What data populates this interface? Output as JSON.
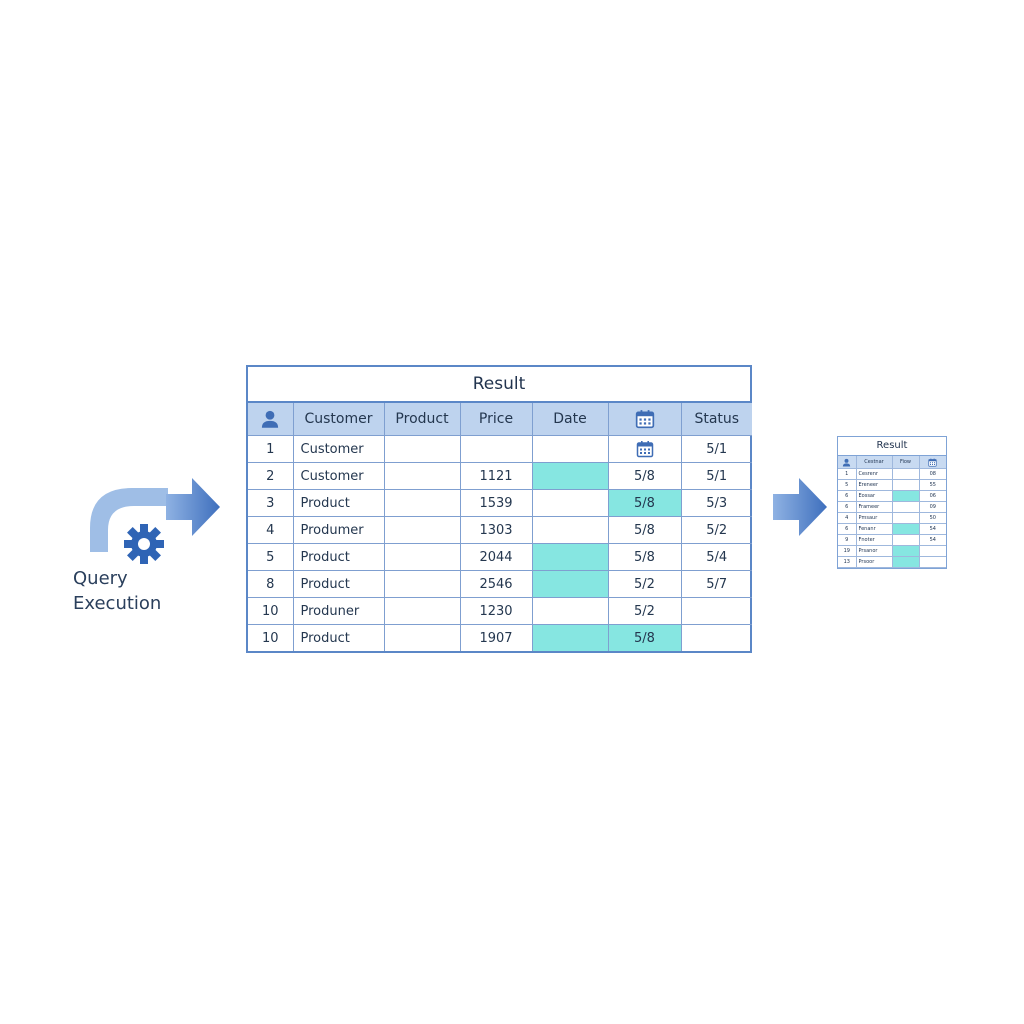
{
  "query": {
    "label_line1": "Query",
    "label_line2": "Execution",
    "icon": "gear-icon",
    "pipe_color": "#9fbee6",
    "gear_color": "#2f64b5"
  },
  "arrow_color": "#4a7ac4",
  "highlight_color": "#86e6e1",
  "main_result": {
    "title": "Result",
    "headers": [
      "",
      "Customer",
      "Product",
      "Price",
      "Date",
      "",
      "Status"
    ],
    "header_icons": [
      "user-icon",
      "",
      "",
      "",
      "",
      "calendar-icon",
      ""
    ],
    "rows": [
      {
        "cells": [
          "1",
          "Customer",
          "",
          "",
          "",
          "",
          "5/1"
        ],
        "highlight": [
          false,
          false,
          false,
          false,
          false,
          false,
          false
        ],
        "icon_cell": 5
      },
      {
        "cells": [
          "2",
          "Customer",
          "",
          "1121",
          "",
          "5/8",
          "5/1"
        ],
        "highlight": [
          false,
          false,
          false,
          false,
          true,
          false,
          false
        ]
      },
      {
        "cells": [
          "3",
          "Product",
          "",
          "1539",
          "",
          "5/8",
          "5/3"
        ],
        "highlight": [
          false,
          false,
          false,
          false,
          false,
          true,
          false
        ]
      },
      {
        "cells": [
          "4",
          "Produmer",
          "",
          "1303",
          "",
          "5/8",
          "5/2"
        ],
        "highlight": [
          false,
          false,
          false,
          false,
          false,
          false,
          false
        ]
      },
      {
        "cells": [
          "5",
          "Product",
          "",
          "2044",
          "",
          "5/8",
          "5/4"
        ],
        "highlight": [
          false,
          false,
          false,
          false,
          true,
          false,
          false
        ]
      },
      {
        "cells": [
          "8",
          "Product",
          "",
          "2546",
          "",
          "5/2",
          "5/7"
        ],
        "highlight": [
          false,
          false,
          false,
          false,
          true,
          false,
          false
        ]
      },
      {
        "cells": [
          "10",
          "Produner",
          "",
          "1230",
          "",
          "5/2",
          ""
        ],
        "highlight": [
          false,
          false,
          false,
          false,
          false,
          false,
          false
        ]
      },
      {
        "cells": [
          "10",
          "Product",
          "",
          "1907",
          "",
          "5/8",
          ""
        ],
        "highlight": [
          false,
          false,
          false,
          false,
          true,
          true,
          false
        ]
      }
    ]
  },
  "mini_result": {
    "title": "Result",
    "headers": [
      "",
      "Cestnar",
      "Fiow",
      ""
    ],
    "header_icons": [
      "user-icon",
      "",
      "",
      "calendar-icon"
    ],
    "rows": [
      {
        "cells": [
          "1",
          "Cesrenr",
          "",
          "08"
        ],
        "highlight": [
          false,
          false,
          false,
          false
        ]
      },
      {
        "cells": [
          "5",
          "Ereneer",
          "",
          "55"
        ],
        "highlight": [
          false,
          false,
          false,
          false
        ]
      },
      {
        "cells": [
          "6",
          "Eossar",
          "",
          "06"
        ],
        "highlight": [
          false,
          false,
          true,
          false
        ]
      },
      {
        "cells": [
          "6",
          "Frameer",
          "",
          "09"
        ],
        "highlight": [
          false,
          false,
          false,
          false
        ]
      },
      {
        "cells": [
          "4",
          "Pmsaur",
          "",
          "50"
        ],
        "highlight": [
          false,
          false,
          false,
          false
        ]
      },
      {
        "cells": [
          "6",
          "Fenanr",
          "",
          "54"
        ],
        "highlight": [
          false,
          false,
          true,
          false
        ]
      },
      {
        "cells": [
          "9",
          "Fnoter",
          "",
          "54"
        ],
        "highlight": [
          false,
          false,
          false,
          false
        ]
      },
      {
        "cells": [
          "19",
          "Prsanor",
          "",
          ""
        ],
        "highlight": [
          false,
          false,
          true,
          false
        ]
      },
      {
        "cells": [
          "13",
          "Prsoor",
          "",
          ""
        ],
        "highlight": [
          false,
          false,
          true,
          false
        ]
      }
    ]
  }
}
